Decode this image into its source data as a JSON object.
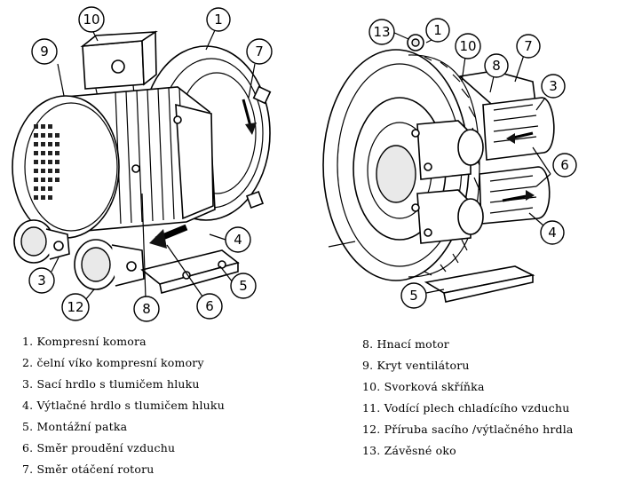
{
  "callouts": {
    "left": [
      "10",
      "1",
      "9",
      "7",
      "4",
      "3",
      "12",
      "8",
      "6",
      "5"
    ],
    "right": [
      "13",
      "1",
      "10",
      "8",
      "7",
      "3",
      "6",
      "4",
      "5"
    ]
  },
  "legend_left": [
    "1. Kompresní komora",
    "2. čelní víko kompresní komory",
    "3. Sací hrdlo s tlumičem hluku",
    "4. Výtlačné hrdlo s tlumičem hluku",
    "5. Montážní patka",
    "6.  Směr proudění vzduchu",
    "7. Směr otáčení rotoru"
  ],
  "legend_right": [
    "8. Hnací motor",
    "9. Kryt ventilátoru",
    "10. Svorková skříňka",
    "11. Vodící plech chladícího vzduchu",
    "12. Příruba sacího /výtlačného hrdla",
    "13. Závěsné oko"
  ]
}
